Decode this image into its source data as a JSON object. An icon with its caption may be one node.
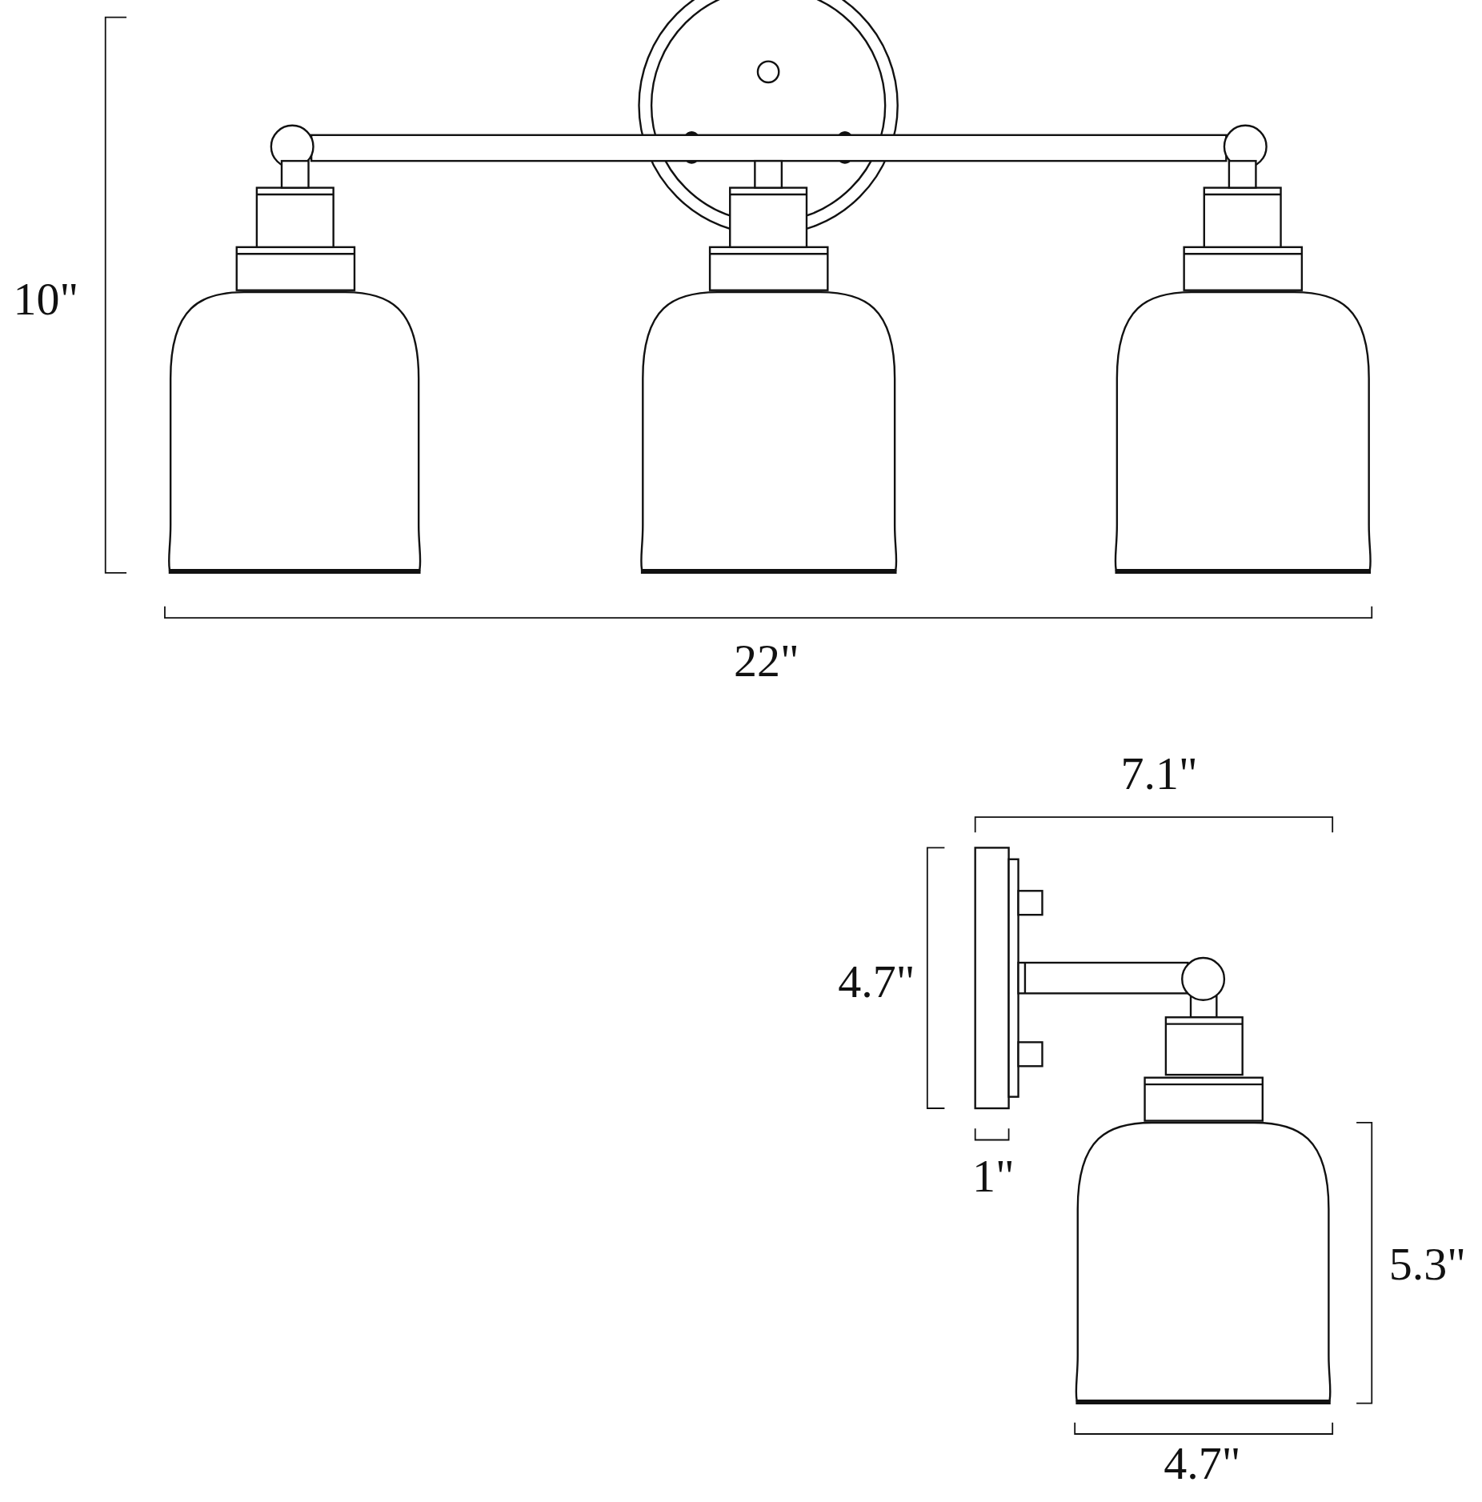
{
  "diagram": {
    "labels": [
      "10\"",
      "22\"",
      "7.1\"",
      "4.7\"",
      "1\"",
      "5.3\"",
      "4.7\""
    ]
  }
}
